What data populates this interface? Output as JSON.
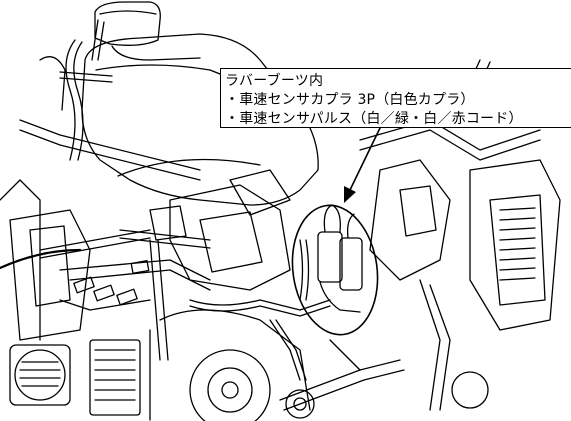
{
  "callout": {
    "title": "ラバーブーツ内",
    "line1": "・車速センサカプラ 3P（白色カプラ）",
    "line2": "・車速センサパルス（白／緑・白／赤コード）"
  }
}
